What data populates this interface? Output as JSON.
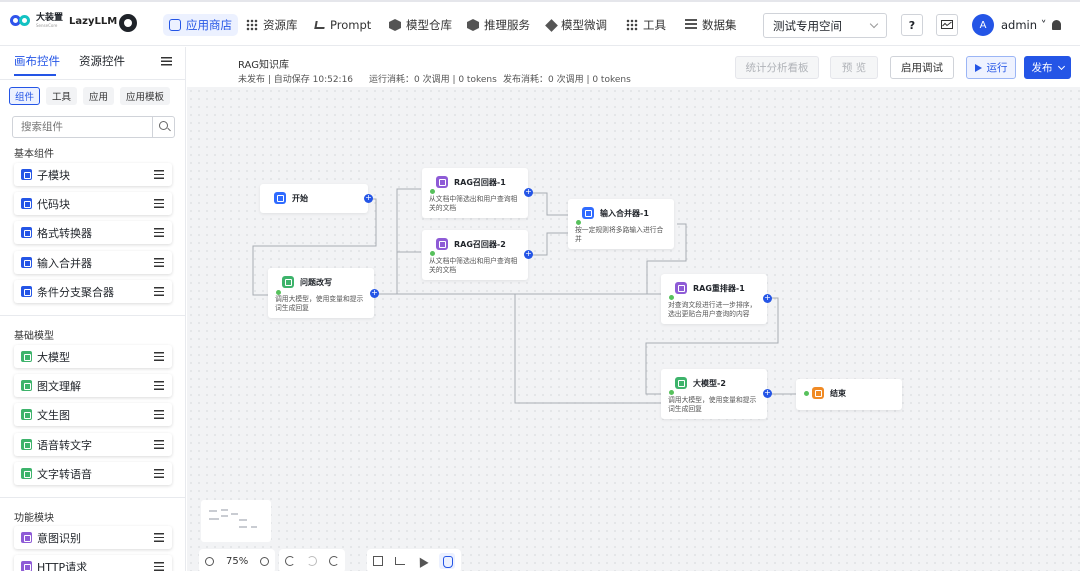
{
  "brand": {
    "cn": "大装置",
    "en": "SenseCore",
    "product": "LazyLLM"
  },
  "nav": [
    {
      "label": "应用商店",
      "icon": "store-icon",
      "active": true
    },
    {
      "label": "资源库",
      "icon": "grid-icon"
    },
    {
      "label": "Prompt",
      "icon": "prompt-icon"
    },
    {
      "label": "模型仓库",
      "icon": "hexagon-icon"
    },
    {
      "label": "推理服务",
      "icon": "hexagon-icon"
    },
    {
      "label": "模型微调",
      "icon": "diamond-icon"
    },
    {
      "label": "工具",
      "icon": "grid-icon"
    },
    {
      "label": "数据集",
      "icon": "list-icon"
    }
  ],
  "workspace": {
    "selected": "测试专用空间"
  },
  "help": {
    "label": "?"
  },
  "user": {
    "avatar": "A",
    "name": "admin"
  },
  "sidebar": {
    "tabs": [
      "画布控件",
      "资源控件"
    ],
    "chips": [
      "组件",
      "工具",
      "应用",
      "应用模板"
    ],
    "search_placeholder": "搜索组件",
    "sections": [
      {
        "title": "基本组件",
        "items": [
          {
            "label": "子模块",
            "color": "#2455e6"
          },
          {
            "label": "代码块",
            "color": "#2455e6"
          },
          {
            "label": "格式转换器",
            "color": "#2455e6"
          },
          {
            "label": "输入合并器",
            "color": "#2455e6"
          },
          {
            "label": "条件分支聚合器",
            "color": "#2455e6"
          }
        ]
      },
      {
        "title": "基础模型",
        "items": [
          {
            "label": "大模型",
            "color": "#3db36b"
          },
          {
            "label": "图文理解",
            "color": "#3db36b"
          },
          {
            "label": "文生图",
            "color": "#3db36b"
          },
          {
            "label": "语音转文字",
            "color": "#3db36b"
          },
          {
            "label": "文字转语音",
            "color": "#3db36b"
          }
        ]
      },
      {
        "title": "功能模块",
        "items": [
          {
            "label": "意图识别",
            "color": "#8e5bd6"
          },
          {
            "label": "HTTP请求",
            "color": "#8e5bd6"
          }
        ]
      }
    ]
  },
  "header": {
    "title": "RAG知识库",
    "status": "未发布 | 自动保存 10:52:16",
    "run_cost": "运行消耗：0 次调用 | 0 tokens",
    "publish_cost": "发布消耗：0 次调用 | 0 tokens",
    "buttons": {
      "stats": "统计分析看板",
      "preview": "预 览",
      "debug": "启用调试",
      "run": "运行",
      "publish": "发布"
    }
  },
  "nodes": [
    {
      "id": "start",
      "title": "开始",
      "desc": [],
      "color": "#2f6bff"
    },
    {
      "id": "rewrite",
      "title": "问题改写",
      "desc": [
        "调用大模型，使用变量和提示",
        "词生成回复"
      ],
      "color": "#3db36b"
    },
    {
      "id": "rag1",
      "title": "RAG召回器-1",
      "desc": [
        "从文档中筛选出和用户查询相",
        "关的文档"
      ],
      "color": "#8e5bd6"
    },
    {
      "id": "rag2",
      "title": "RAG召回器-2",
      "desc": [
        "从文档中筛选出和用户查询相",
        "关的文档"
      ],
      "color": "#8e5bd6"
    },
    {
      "id": "merge",
      "title": "输入合并器-1",
      "desc": [
        "按一定规则将多路输入进行合",
        "并"
      ],
      "color": "#2f6bff"
    },
    {
      "id": "rerank",
      "title": "RAG重排器-1",
      "desc": [
        "对查询文段进行进一步排序，",
        "选出更贴合用户查询的内容"
      ],
      "color": "#8e5bd6"
    },
    {
      "id": "llm2",
      "title": "大模型-2",
      "desc": [
        "调用大模型，使用变量和提示",
        "词生成回复"
      ],
      "color": "#3db36b"
    },
    {
      "id": "end",
      "title": "结束",
      "desc": [],
      "color": "#f08a24"
    }
  ],
  "zoom": {
    "level": "75%"
  },
  "colors": {
    "primary": "#2455e6",
    "success": "#57c15c",
    "canvas": "#f2f3f5"
  }
}
